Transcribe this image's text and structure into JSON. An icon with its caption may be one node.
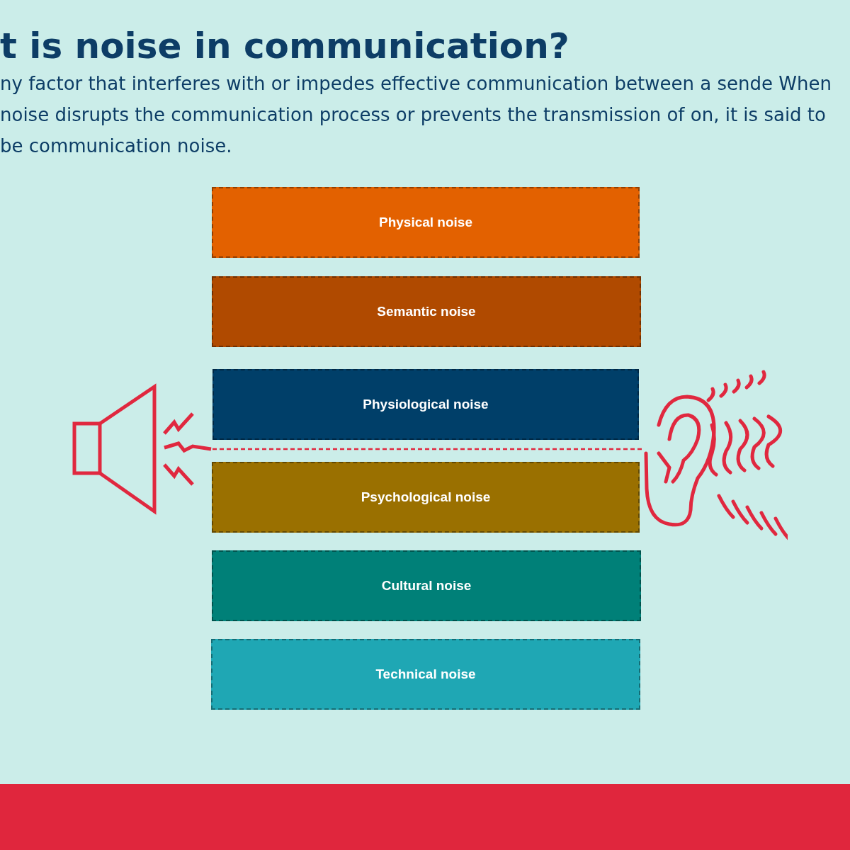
{
  "diagram": {
    "title": "t is noise in communication?",
    "nodes": [
      {
        "text": [
          "Physical noise"
        ]
      },
      {
        "text": [
          "Semantic noise"
        ]
      },
      {
        "text": [
          "Physiological noise"
        ]
      },
      {
        "text": [
          "Psychological noise"
        ]
      },
      {
        "text": [
          "Cultural noise"
        ]
      },
      {
        "text": [
          "Technical noise"
        ]
      },
      {
        "text": [],
        "shape": "picture"
      },
      {
        "text": [],
        "shape": "picture"
      }
    ],
    "edges": [
      {
        "from": 6,
        "to": 7,
        "arrow": "none",
        "style": "dashed"
      }
    ],
    "labels": [
      "ny factor that interferes with or impedes effective communication between a sende When noise disrupts the communication process or prevents the transmission of on, it is said to be communication noise."
    ]
  }
}
